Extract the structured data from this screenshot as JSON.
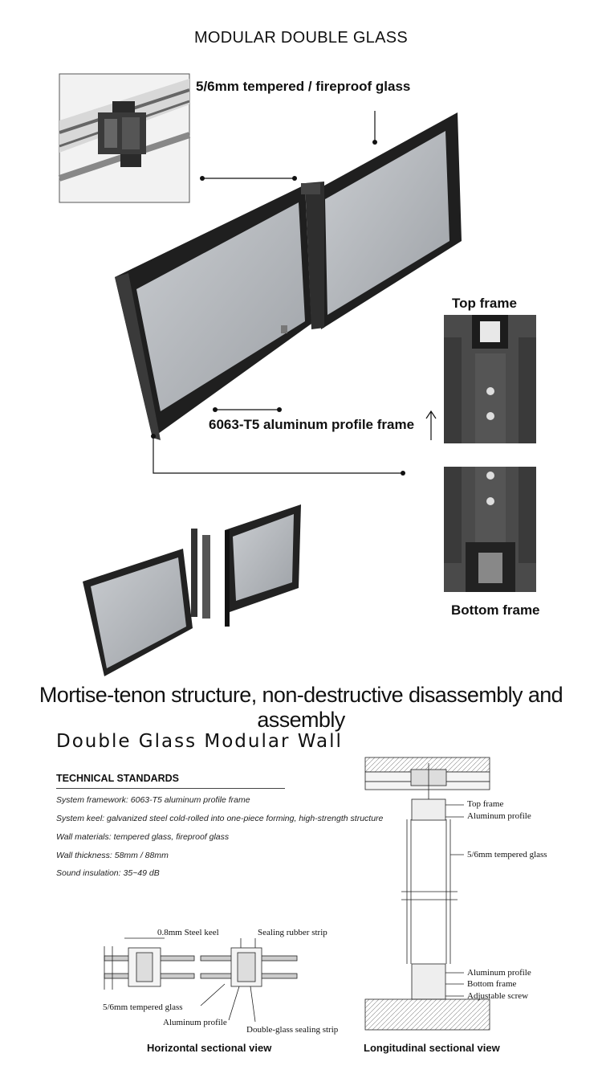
{
  "header": {
    "title": "MODULAR DOUBLE GLASS"
  },
  "callouts": {
    "glass": "5/6mm tempered / fireproof glass",
    "frame": "6063-T5 aluminum profile frame",
    "top_frame": "Top frame",
    "bottom_frame": "Bottom frame"
  },
  "headline": "Mortise-tenon structure, non-destructive disassembly and assembly",
  "subtitle": "Double Glass Modular Wall",
  "tech": {
    "heading": "TECHNICAL STANDARDS",
    "items": [
      "System framework: 6063-T5 aluminum profile frame",
      "System keel: galvanized steel cold-rolled into one-piece forming, high-strength structure",
      "Wall materials: tempered glass, fireproof glass",
      "Wall thickness: 58mm / 88mm",
      "Sound insulation: 35~49 dB"
    ]
  },
  "horizontal": {
    "caption": "Horizontal sectional view",
    "labels": {
      "keel": "0.8mm Steel keel",
      "seal": "Sealing rubber strip",
      "glass": "5/6mm tempered glass",
      "profile": "Aluminum profile",
      "strip": "Double-glass sealing strip"
    }
  },
  "longitudinal": {
    "caption": "Longitudinal sectional view",
    "labels": {
      "top": "Top frame",
      "profile_top": "Aluminum profile",
      "glass": "5/6mm tempered glass",
      "profile_bottom": "Aluminum profile",
      "bottom": "Bottom frame",
      "screw": "Adjustable screw"
    }
  },
  "colors": {
    "frame": "#2b2b2b",
    "glass": "#b9bcc0",
    "accent": "#111111"
  }
}
